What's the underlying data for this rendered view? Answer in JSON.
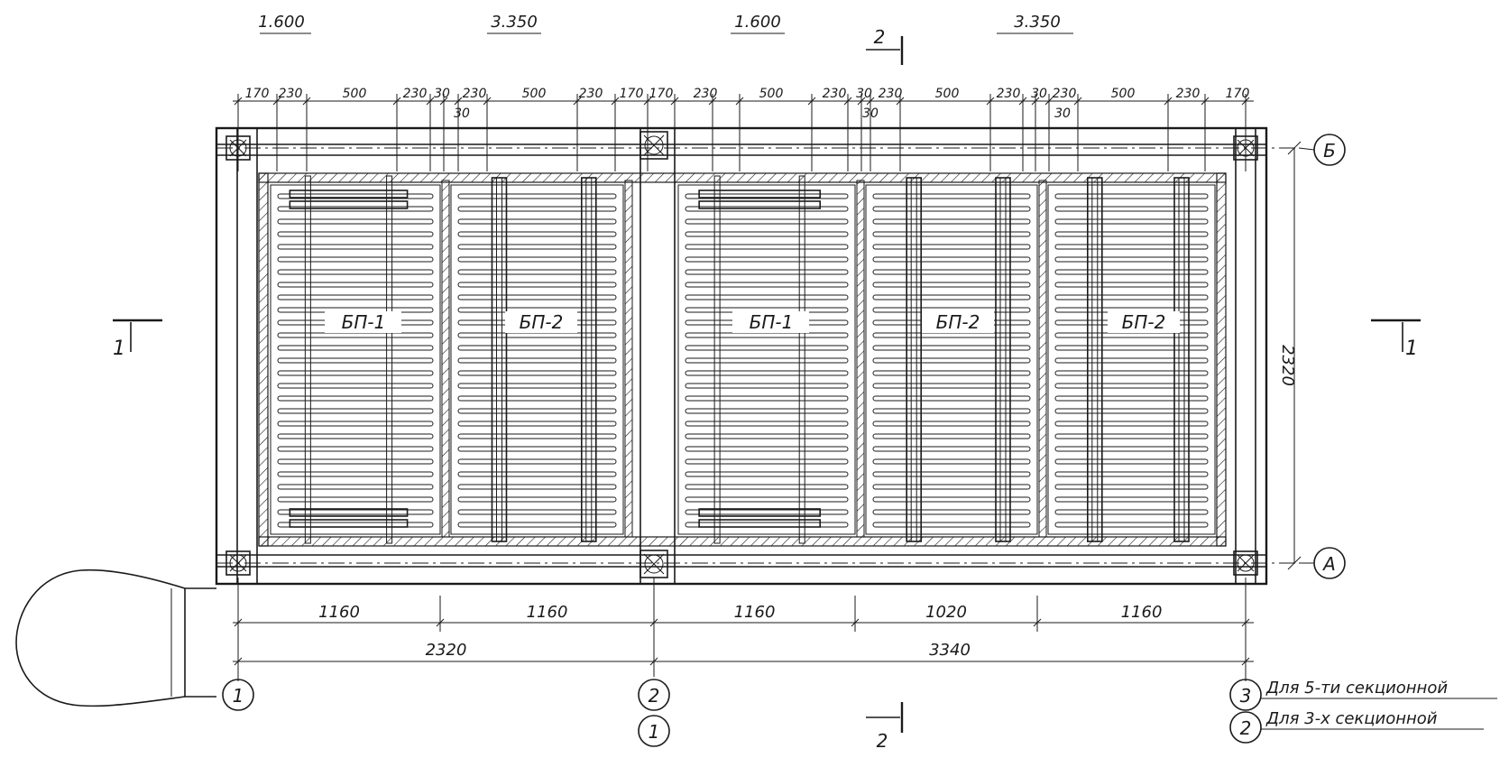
{
  "top_dimensions": [
    "1.600",
    "3.350",
    "1.600",
    "3.350"
  ],
  "top_detail_dimensions": [
    "170",
    "230",
    "500",
    "230",
    "30",
    "230",
    "500",
    "230",
    "170",
    "170",
    "230",
    "500",
    "230",
    "30",
    "230",
    "500",
    "230",
    "30",
    "230",
    "500",
    "230",
    "170"
  ],
  "small_offsets": [
    "30",
    "30",
    "30"
  ],
  "section_markers": {
    "top": "2",
    "bottom": "2",
    "left": "1",
    "right": "1"
  },
  "blocks": [
    {
      "label": "БП-1",
      "type": "bp1"
    },
    {
      "label": "БП-2",
      "type": "bp2"
    },
    {
      "label": "БП-1",
      "type": "bp1"
    },
    {
      "label": "БП-2",
      "type": "bp2"
    },
    {
      "label": "БП-2",
      "type": "bp2"
    }
  ],
  "bottom_dimensions_row1": [
    "1160",
    "1160",
    "1160",
    "1020",
    "1160"
  ],
  "bottom_dimensions_row2": [
    "2320",
    "3340"
  ],
  "height_dimension": "2320",
  "axes_rows": [
    "Б",
    "A"
  ],
  "axes_columns": [
    {
      "label": "1"
    },
    {
      "label": "2",
      "sub": "1"
    },
    {
      "label": "3",
      "sub": "2"
    }
  ],
  "notes": [
    "Для 5-ти секционной",
    "Для 3-х секционной"
  ]
}
